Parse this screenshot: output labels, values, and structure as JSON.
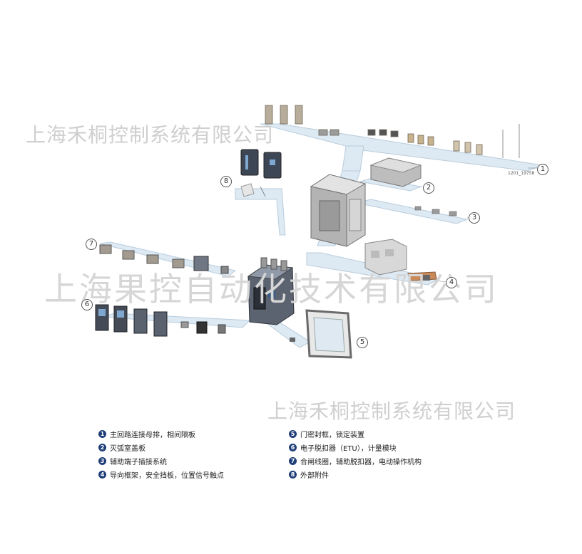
{
  "watermarks": {
    "top": "上海禾桐控制系统有限公司",
    "middle": "上海果控自动化技术有限公司",
    "bottom": "上海禾桐控制系统有限公司"
  },
  "drawing_code": "1201_19758",
  "callouts": [
    "1",
    "2",
    "3",
    "4",
    "5",
    "6",
    "7",
    "8"
  ],
  "legend": {
    "left": [
      {
        "num": "1",
        "text": "主回路连接母排，相间隔板"
      },
      {
        "num": "2",
        "text": "灭弧室盖板"
      },
      {
        "num": "3",
        "text": "辅助端子插接系统"
      },
      {
        "num": "4",
        "text": "导向框架，安全挡板，位置信号触点"
      }
    ],
    "right": [
      {
        "num": "5",
        "text": "门密封框，锁定装置"
      },
      {
        "num": "6",
        "text": "电子脱扣器（ETU），计量模块"
      },
      {
        "num": "7",
        "text": "合闸线圈，辅助脱扣器，电动操作机构"
      },
      {
        "num": "8",
        "text": "外部附件"
      }
    ]
  }
}
